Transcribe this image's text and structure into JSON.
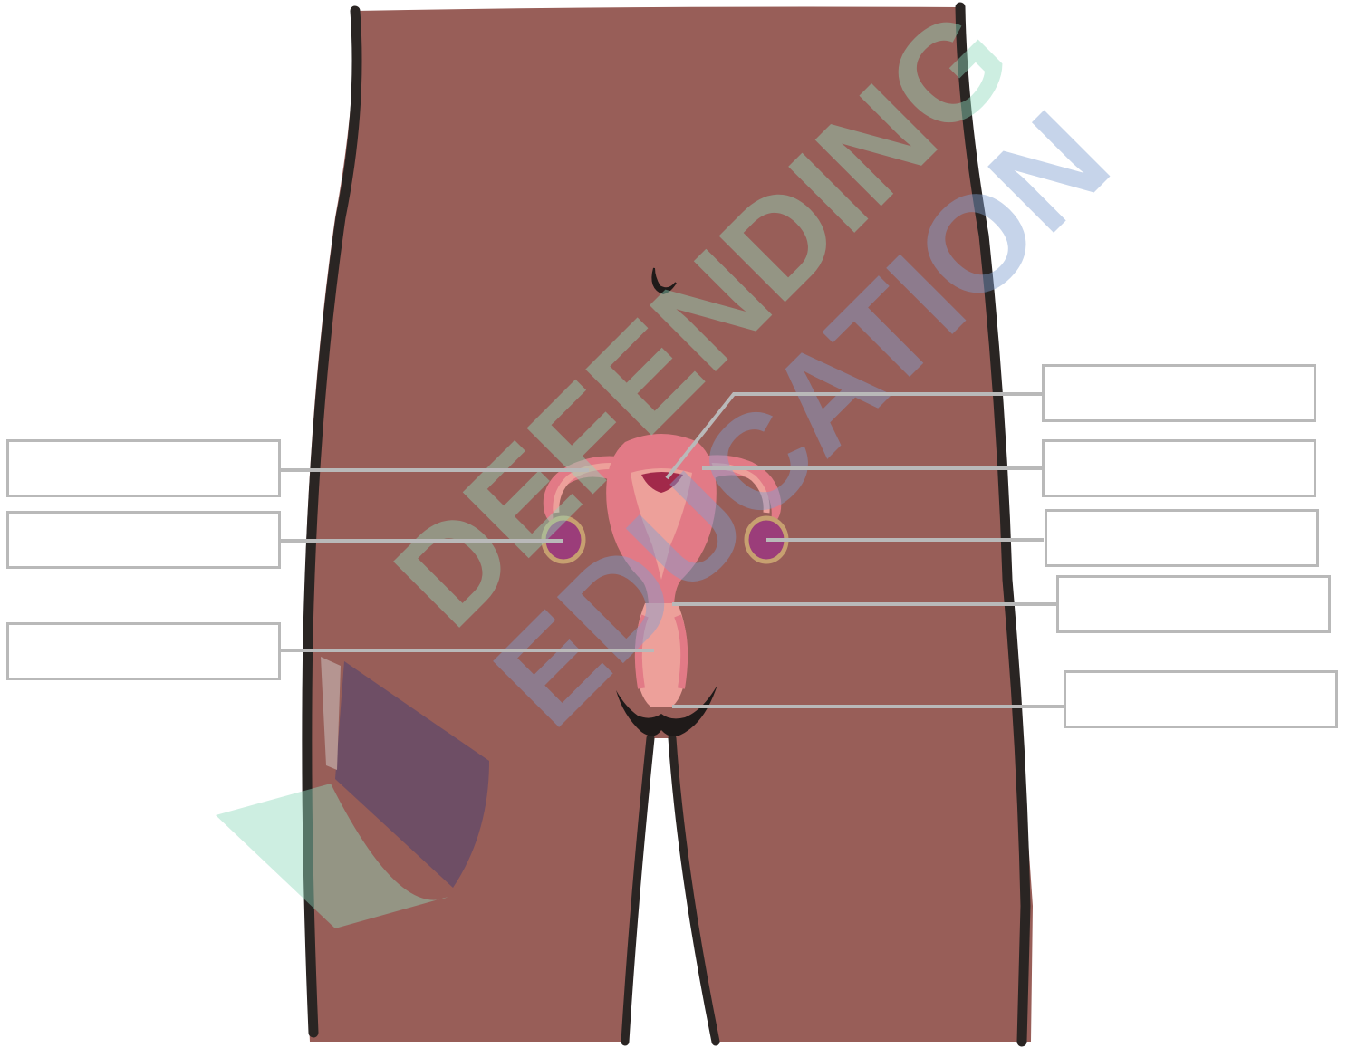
{
  "diagram": {
    "subject": "female reproductive system",
    "watermark_text": [
      "DEFENDING",
      "EDUCATION"
    ],
    "colors": {
      "skin": "#985e58",
      "outline": "#2a2523",
      "organ_pink": "#e27a86",
      "organ_light": "#eda09a",
      "cavity": "#a2294a",
      "ovary": "#9b3d7a",
      "leader_line": "#b9b9b9",
      "watermark_green": "#8fd8bd",
      "watermark_blue": "#7f9fd0",
      "watermark_purple": "#3b3a78"
    },
    "labels": {
      "uterine_cavity": "",
      "uterus_wall": "",
      "right_ovary": "",
      "cervix": "",
      "vaginal_opening": "",
      "fallopian_tube": "",
      "left_ovary": "",
      "vagina": ""
    }
  }
}
